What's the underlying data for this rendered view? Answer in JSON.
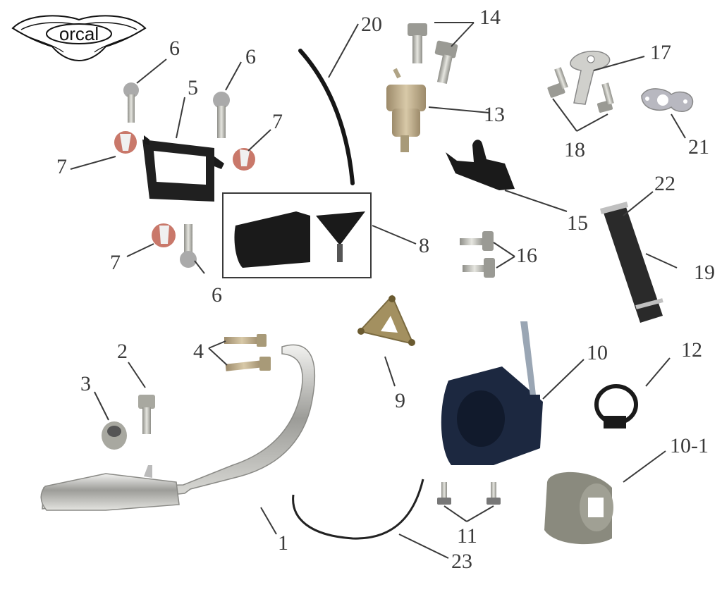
{
  "brand": {
    "logo_text": "orcal"
  },
  "callouts": [
    "1",
    "2",
    "3",
    "4",
    "5",
    "6",
    "6",
    "6",
    "7",
    "7",
    "7",
    "8",
    "9",
    "10",
    "10-1",
    "11",
    "12",
    "13",
    "14",
    "15",
    "16",
    "17",
    "18",
    "19",
    "20",
    "21",
    "22",
    "23"
  ],
  "colors": {
    "metal": "#b8b8b4",
    "chrome": "#d9d9d6",
    "black": "#1a1a1a",
    "blue_black": "#1c2840",
    "rubber": "#8a8a7e",
    "cap_red": "#c9786a",
    "plate": "#a39060",
    "ink": "#3a3a3a"
  }
}
